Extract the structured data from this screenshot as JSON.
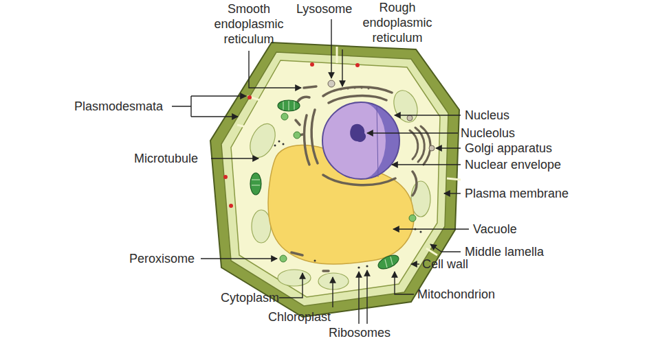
{
  "diagram": {
    "labels": [
      "Smooth endoplasmic reticulum",
      "Lysosome",
      "Rough endoplasmic reticulum",
      "Plasmodesmata",
      "Nucleus",
      "Nucleolus",
      "Golgi apparatus",
      "Nuclear envelope",
      "Microtubule",
      "Plasma membrane",
      "Vacuole",
      "Peroxisome",
      "Middle lamella",
      "Cell wall",
      "Cytoplasm",
      "Mitochondrion",
      "Chloroplast",
      "Ribosomes"
    ]
  }
}
